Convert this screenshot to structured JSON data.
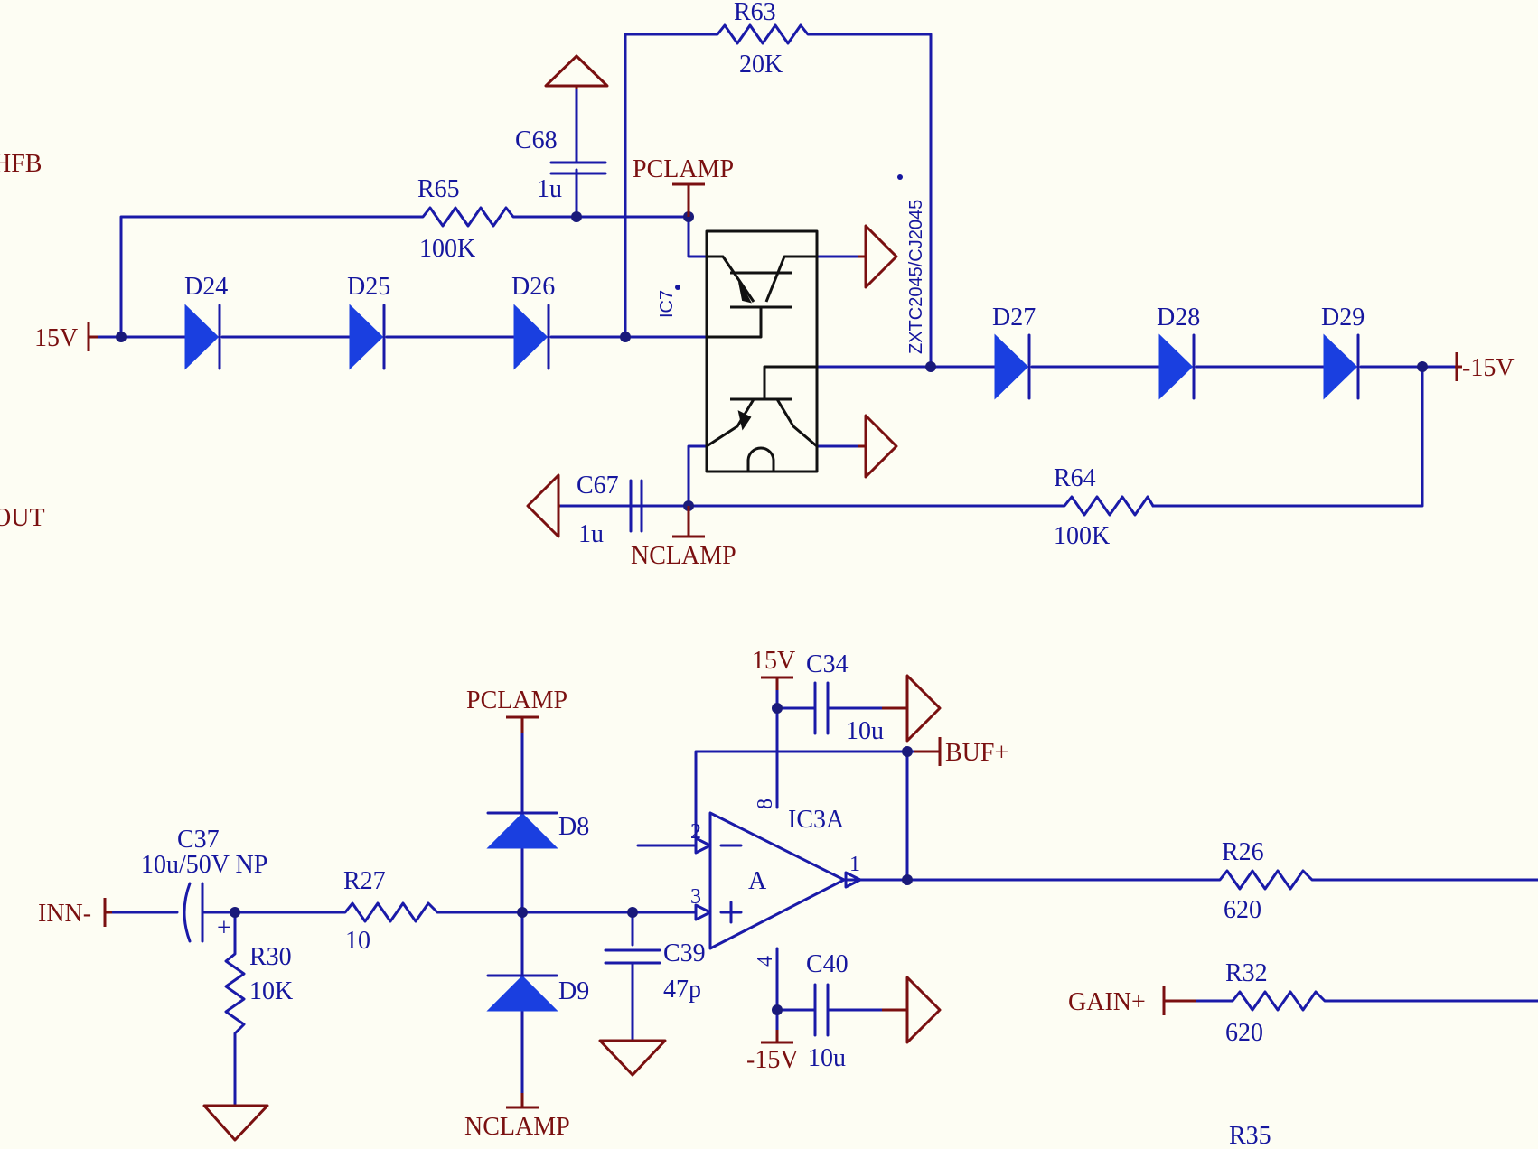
{
  "colors": {
    "background": "#fdfdf3",
    "wire": "#1a1aa8",
    "component": "#1a3fe0",
    "net_label": "#7a1010",
    "ic_body": "#111111"
  },
  "top": {
    "net_labels": {
      "hfb": "HFB",
      "out": "OUT",
      "v_pos": "15V",
      "v_neg": "-15V",
      "pclamp": "PCLAMP",
      "nclamp": "NCLAMP"
    },
    "components": {
      "r63": {
        "ref": "R63",
        "value": "20K"
      },
      "r65": {
        "ref": "R65",
        "value": "100K"
      },
      "r64": {
        "ref": "R64",
        "value": "100K"
      },
      "c68": {
        "ref": "C68",
        "value": "1u"
      },
      "c67": {
        "ref": "C67",
        "value": "1u"
      },
      "d24": "D24",
      "d25": "D25",
      "d26": "D26",
      "d27": "D27",
      "d28": "D28",
      "d29": "D29",
      "ic7": {
        "ref": "IC7",
        "part": "ZXTC2045/CJ2045"
      }
    }
  },
  "bottom": {
    "net_labels": {
      "inn": "INN-",
      "pclamp": "PCLAMP",
      "nclamp": "NCLAMP",
      "v_pos": "15V",
      "v_neg": "-15V",
      "buf": "BUF+",
      "gain": "GAIN+"
    },
    "components": {
      "c37": {
        "ref": "C37",
        "value": "10u/50V NP"
      },
      "r27": {
        "ref": "R27",
        "value": "10"
      },
      "r30": {
        "ref": "R30",
        "value": "10K"
      },
      "d8": "D8",
      "d9": "D9",
      "c39": {
        "ref": "C39",
        "value": "47p"
      },
      "c34": {
        "ref": "C34",
        "value": "10u"
      },
      "c40": {
        "ref": "C40",
        "value": "10u"
      },
      "ic3": {
        "ref": "IC3A",
        "unit": "A",
        "pin_inv": "2",
        "pin_noninv": "3",
        "pin_out": "1",
        "pin_vpos": "8",
        "pin_vneg": "4"
      },
      "r26": {
        "ref": "R26",
        "value": "620"
      },
      "r32": {
        "ref": "R32",
        "value": "620"
      },
      "r35": {
        "ref": "R35"
      }
    }
  }
}
